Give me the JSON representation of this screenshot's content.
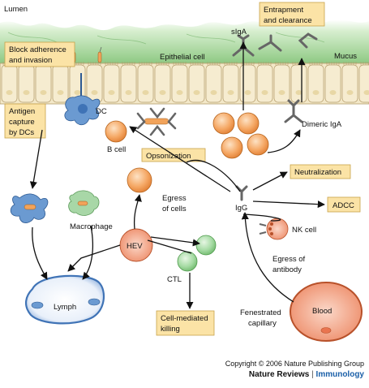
{
  "labels": {
    "lumen": "Lumen",
    "block_adherence_1": "Block adherence",
    "block_adherence_2": "and invasion",
    "entrapment_1": "Entrapment",
    "entrapment_2": "and clearance",
    "siga": "sIgA",
    "mucus": "Mucus",
    "epithelial_cell": "Epithelial cell",
    "antigen_capture_1": "Antigen",
    "antigen_capture_2": "capture",
    "antigen_capture_3": "by DCs",
    "dc": "DC",
    "b_cell": "B cell",
    "opsonization": "Opsonization",
    "dimeric_iga": "Dimeric IgA",
    "neutralization": "Neutralization",
    "macrophage": "Macrophage",
    "egress_cells_1": "Egress",
    "egress_cells_2": "of cells",
    "igg": "IgG",
    "adcc": "ADCC",
    "nk_cell": "NK cell",
    "hev": "HEV",
    "ctl": "CTL",
    "egress_antibody_1": "Egress of",
    "egress_antibody_2": "antibody",
    "lymph": "Lymph",
    "fenestrated_1": "Fenestrated",
    "fenestrated_2": "capillary",
    "blood": "Blood",
    "cell_mediated_1": "Cell-mediated",
    "cell_mediated_2": "killing"
  },
  "footer": {
    "copyright": "Copyright © 2006 Nature Publishing Group",
    "brand": "Nature Reviews",
    "separator": "|",
    "journal": "Immunology"
  },
  "colors": {
    "label_box_fill": "#fbe3a6",
    "label_box_border": "#c9a24a",
    "epithelium": "#f1e5c3",
    "mucus_green": "#9ccf8f",
    "cell_orange": "#f2a35a",
    "cell_green": "#9bd39c",
    "dc_blue": "#6b9ad1",
    "lymph_blue": "#7fa4d6",
    "blood_red": "#e9744f",
    "antibody_gray": "#7d7d7d"
  }
}
